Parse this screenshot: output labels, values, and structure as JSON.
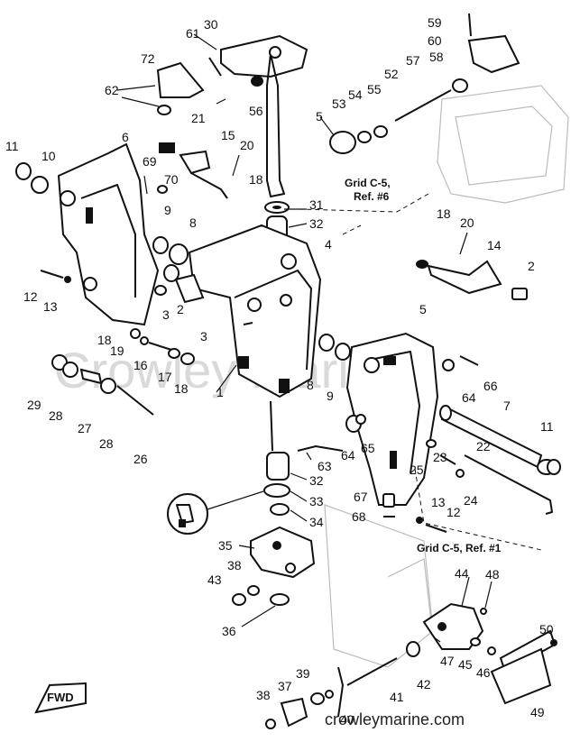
{
  "callouts": {
    "c1": "1",
    "c2a": "2",
    "c2b": "2",
    "c3a": "3",
    "c3b": "3",
    "c5a": "5",
    "c5b": "5",
    "c6": "6",
    "c7": "7",
    "c8a": "8",
    "c8b": "8",
    "c9a": "9",
    "c9b": "9",
    "c10": "10",
    "c11a": "11",
    "c11b": "11",
    "c12a": "12",
    "c12b": "12",
    "c13a": "13",
    "c13b": "13",
    "c14": "14",
    "c15": "15",
    "c16": "16",
    "c17": "17",
    "c18a": "18",
    "c18b": "18",
    "c18c": "18",
    "c18d": "18",
    "c19": "19",
    "c20a": "20",
    "c20b": "20",
    "c21": "21",
    "c22": "22",
    "c23": "23",
    "c24": "24",
    "c25": "25",
    "c26": "26",
    "c27": "27",
    "c28a": "28",
    "c28b": "28",
    "c29": "29",
    "c30": "30",
    "c31": "31",
    "c32a": "32",
    "c32b": "32",
    "c33": "33",
    "c34": "34",
    "c35": "35",
    "c36": "36",
    "c37": "37",
    "c38a": "38",
    "c38b": "38",
    "c39": "39",
    "c40": "40",
    "c41": "41",
    "c42": "42",
    "c43": "43",
    "c44": "44",
    "c45": "45",
    "c46": "46",
    "c47": "47",
    "c48": "48",
    "c49": "49",
    "c50": "50",
    "c52": "52",
    "c53": "53",
    "c54": "54",
    "c55": "55",
    "c56": "56",
    "c57": "57",
    "c58": "58",
    "c59": "59",
    "c60": "60",
    "c61": "61",
    "c62": "62",
    "c63": "63",
    "c64a": "64",
    "c64b": "64",
    "c65": "65",
    "c66": "66",
    "c67": "67",
    "c68": "68",
    "c69": "69",
    "c70": "70",
    "c72": "72",
    "c4": "4"
  },
  "grid_refs": {
    "ref_c5_6_line1": "Grid C-5,",
    "ref_c5_6_line2": "Ref. #6",
    "ref_c5_1": "Grid C-5, Ref. #1"
  },
  "fwd_label": "FWD",
  "watermark": "crowleymarine.com",
  "watermark_faint": "Crowley Marine"
}
